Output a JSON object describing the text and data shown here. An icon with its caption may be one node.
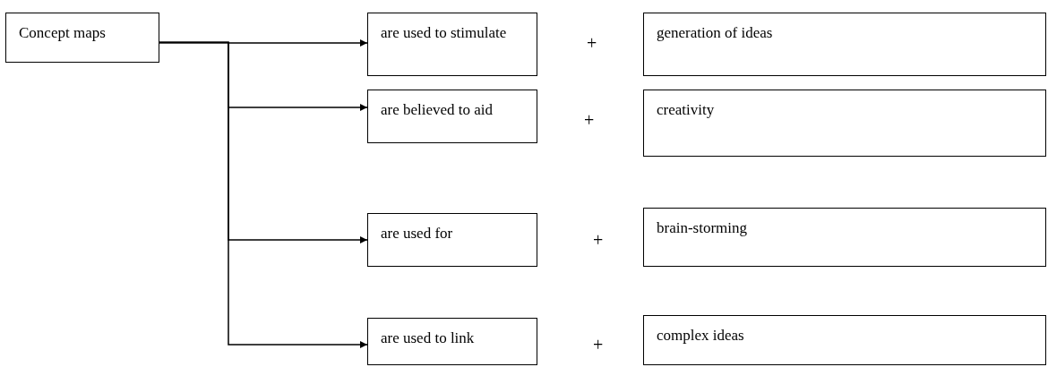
{
  "diagram": {
    "nodes": [
      {
        "text": [
          "Concept maps"
        ]
      },
      {
        "text": [
          "are used to stimulate"
        ]
      },
      {
        "text": [
          "generation of ideas"
        ]
      },
      {
        "text": [
          "are believed to aid"
        ]
      },
      {
        "text": [
          "creativity"
        ]
      },
      {
        "text": [
          "are used for"
        ]
      },
      {
        "text": [
          "brain-storming"
        ]
      },
      {
        "text": [
          "are used to link"
        ]
      },
      {
        "text": [
          "complex ideas"
        ]
      }
    ],
    "edges": [
      {
        "from": 0,
        "to": 1,
        "arrow": "to"
      },
      {
        "from": 0,
        "to": 3,
        "arrow": "to"
      },
      {
        "from": 0,
        "to": 5,
        "arrow": "to"
      },
      {
        "from": 0,
        "to": 7,
        "arrow": "to"
      }
    ],
    "labels": [
      "+",
      "+",
      "+",
      "+"
    ]
  }
}
